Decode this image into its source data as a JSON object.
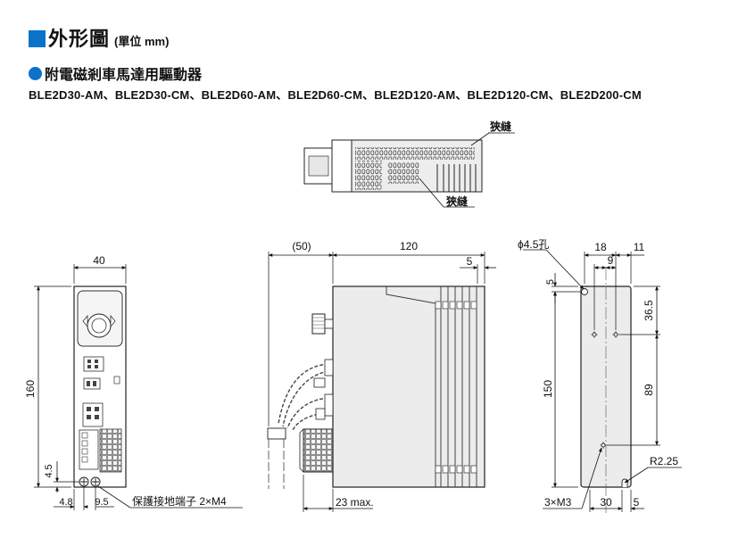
{
  "header": {
    "title": "外形圖",
    "unit": "(單位 mm)",
    "subtitle": "附電磁剎車馬達用驅動器",
    "models": "BLE2D30-AM、BLE2D30-CM、BLE2D60-AM、BLE2D60-CM、BLE2D120-AM、BLE2D120-CM、BLE2D200-CM"
  },
  "top_view": {
    "slit_label_1": "狹縫",
    "slit_label_2": "狹縫"
  },
  "front_view": {
    "width_dim": "40",
    "height_dim": "160",
    "dim_4_5": "4.5",
    "dim_4_8": "4.8",
    "dim_9_5": "9.5",
    "ground_label": "保護接地端子 2×M4"
  },
  "side_view": {
    "dim_50": "(50)",
    "dim_120": "120",
    "dim_5": "5",
    "dim_23max": "23 max."
  },
  "rear_view": {
    "hole_label": "ϕ4.5孔",
    "dim_18": "18",
    "dim_11": "11",
    "dim_9": "9",
    "dim_5_top": "5",
    "dim_36_5": "36.5",
    "dim_150": "150",
    "dim_89": "89",
    "dim_r225": "R2.25",
    "dim_3m3": "3×M3",
    "dim_30": "30",
    "dim_5_bottom": "5"
  }
}
